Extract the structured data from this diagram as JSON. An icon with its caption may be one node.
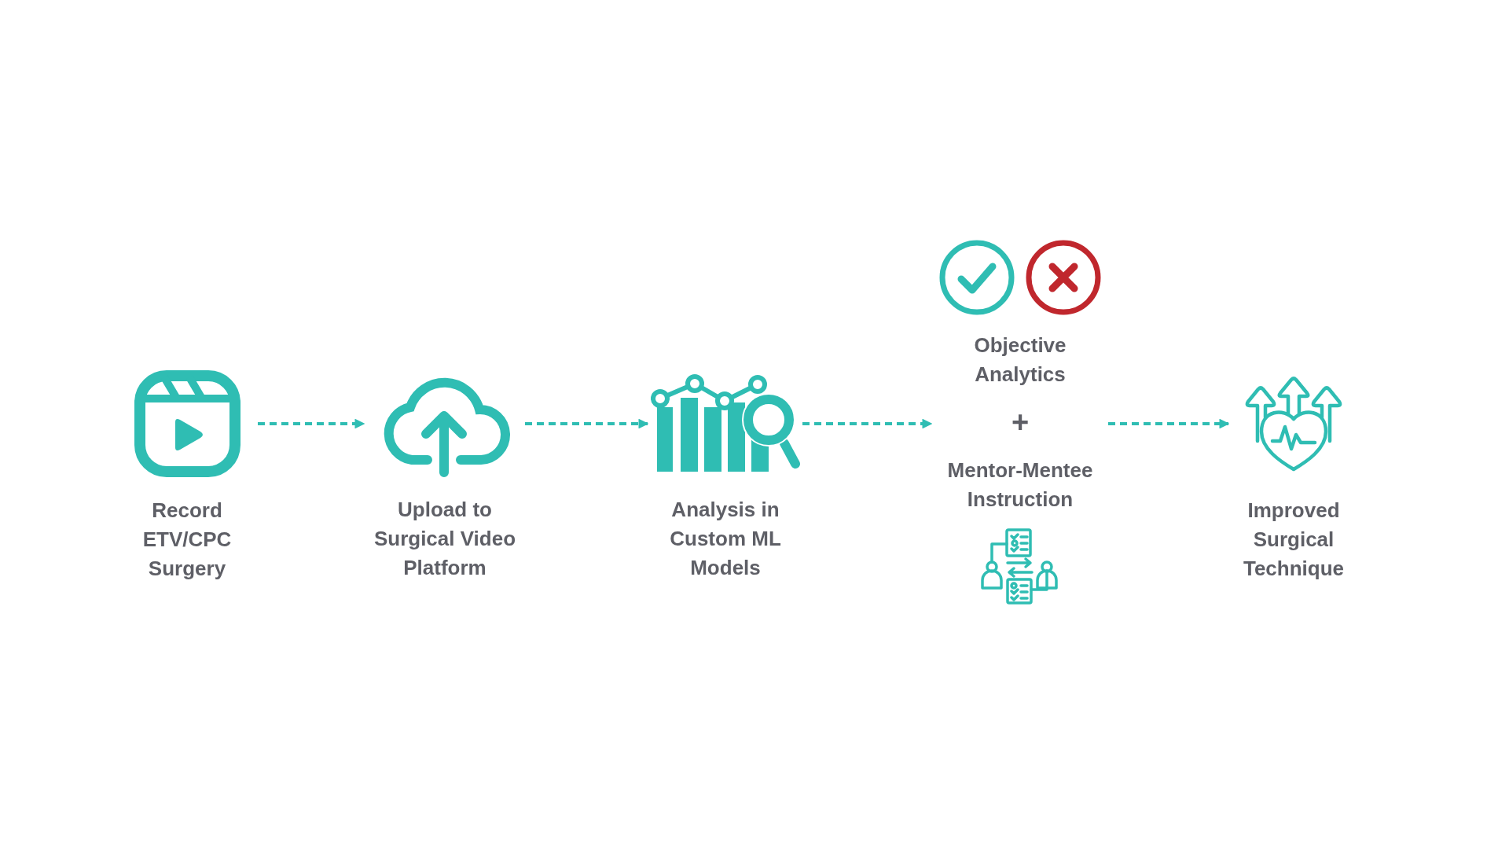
{
  "diagram": {
    "nodes": [
      {
        "text": [
          "Record ETV/CPC Surgery"
        ]
      },
      {
        "text": [
          "Upload to Surgical Video Platform"
        ]
      },
      {
        "text": [
          "Analysis in Custom ML Models"
        ]
      },
      {
        "text": [
          "Objective Analytics",
          "+",
          "Mentor-Mentee Instruction"
        ]
      },
      {
        "text": [
          "Improved Surgical Technique"
        ]
      }
    ],
    "edges": [
      {
        "from": 0,
        "to": 1,
        "arrow": "to"
      },
      {
        "from": 1,
        "to": 2,
        "arrow": "to"
      },
      {
        "from": 2,
        "to": 3,
        "arrow": "to"
      },
      {
        "from": 3,
        "to": 4,
        "arrow": "to"
      }
    ]
  }
}
